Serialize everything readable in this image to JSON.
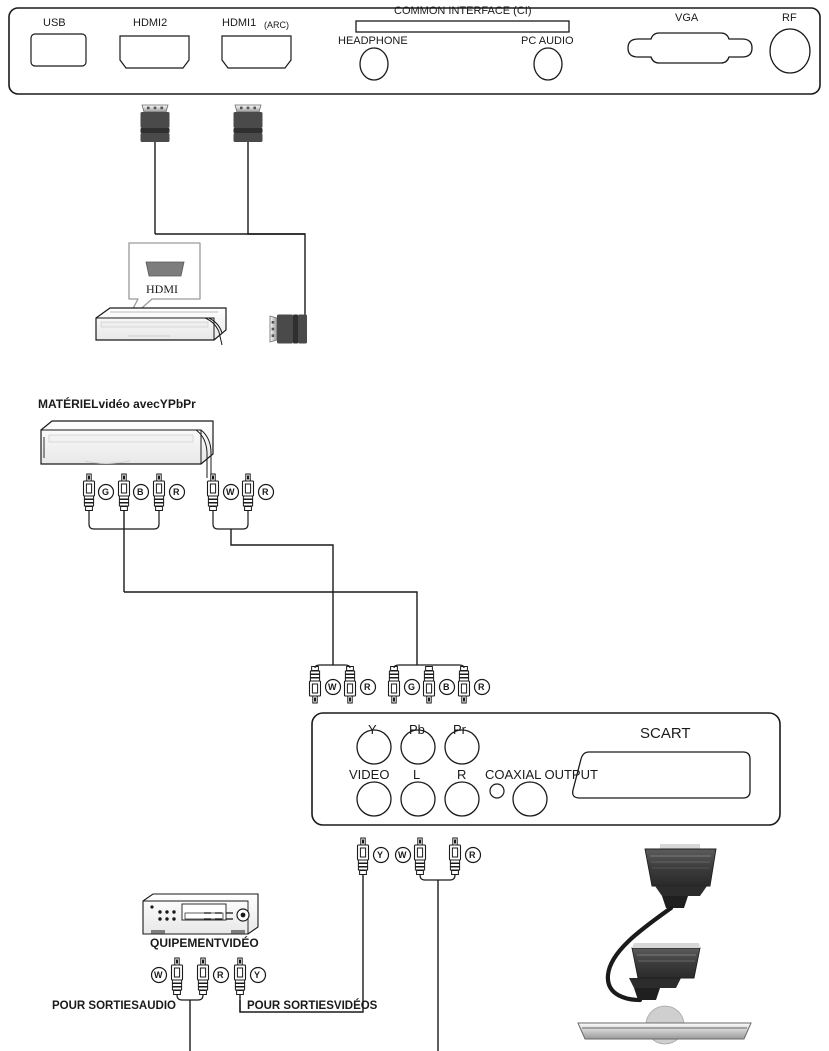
{
  "diagram": {
    "title_hidden": "",
    "top_panel": {
      "name": "TV rear connector panel",
      "ports": [
        {
          "id": "usb",
          "label": "USB",
          "type": "usb-a"
        },
        {
          "id": "hdmi2",
          "label": "HDMI2",
          "type": "hdmi"
        },
        {
          "id": "hdmi1",
          "label": "HDMI1",
          "sublabel": "(ARC)",
          "type": "hdmi"
        },
        {
          "id": "ci",
          "label": "COMMON INTERFACE (CI)",
          "type": "slot"
        },
        {
          "id": "headphone",
          "label": "HEADPHONE",
          "type": "jack"
        },
        {
          "id": "pcaudio",
          "label": "PC AUDIO",
          "type": "jack"
        },
        {
          "id": "vga",
          "label": "VGA",
          "type": "dsub"
        },
        {
          "id": "rf",
          "label": "RF",
          "type": "coax"
        }
      ]
    },
    "hdmi_section": {
      "callout_label": "HDMI",
      "device_name": "HDMI source device",
      "cable_count": 2
    },
    "ypbpr_section": {
      "heading": "MATÉRIELvidéo avecYPbPr",
      "device_name": "YPbPr video equipment",
      "video_plugs": [
        {
          "code": "G",
          "name": "green-component-plug"
        },
        {
          "code": "B",
          "name": "blue-component-plug"
        },
        {
          "code": "R",
          "name": "red-component-plug"
        }
      ],
      "audio_plugs": [
        {
          "code": "W",
          "name": "white-audio-plug"
        },
        {
          "code": "R",
          "name": "red-audio-plug"
        }
      ]
    },
    "mid_plugs": {
      "audio_pair": [
        {
          "code": "W",
          "name": "white-audio-plug"
        },
        {
          "code": "R",
          "name": "red-audio-plug"
        }
      ],
      "component_triple": [
        {
          "code": "G",
          "name": "green-component-plug"
        },
        {
          "code": "B",
          "name": "blue-component-plug"
        },
        {
          "code": "R",
          "name": "red-component-plug"
        }
      ]
    },
    "lower_panel": {
      "name": "Set-top box connector panel",
      "jacks_row1": [
        {
          "id": "y",
          "label": "Y"
        },
        {
          "id": "pb",
          "label": "Pb"
        },
        {
          "id": "pr",
          "label": "Pr"
        }
      ],
      "jacks_row2": [
        {
          "id": "video",
          "label": "VIDEO"
        },
        {
          "id": "l",
          "label": "L"
        },
        {
          "id": "r",
          "label": "R"
        }
      ],
      "coaxial_label": "COAXIAL OUTPUT",
      "scart_label": "SCART"
    },
    "bottom_plugs": [
      {
        "code": "Y",
        "name": "yellow-video-plug"
      },
      {
        "code": "W",
        "name": "white-audio-plug"
      },
      {
        "code": "R",
        "name": "red-audio-plug"
      }
    ],
    "vcr_section": {
      "heading": "QUIPEMENTVIDÉO",
      "device_name": "video recorder",
      "audio_plugs": [
        {
          "code": "W",
          "name": "white-audio-plug"
        },
        {
          "code": "R",
          "name": "red-audio-plug"
        }
      ],
      "video_plugs": [
        {
          "code": "Y",
          "name": "yellow-video-plug"
        }
      ],
      "audio_out_label": "POUR SORTIESAUDIO",
      "video_out_label": "POUR SORTIESVIDÉOS"
    },
    "scart_cable": {
      "name": "SCART cable with two connectors"
    },
    "colors": {
      "line": "#1a1a1a",
      "connector_dark": "#3a3a3a",
      "connector_mid": "#6b6b6b",
      "connector_light": "#b5b5b5",
      "panel_fill": "#ffffff"
    }
  }
}
